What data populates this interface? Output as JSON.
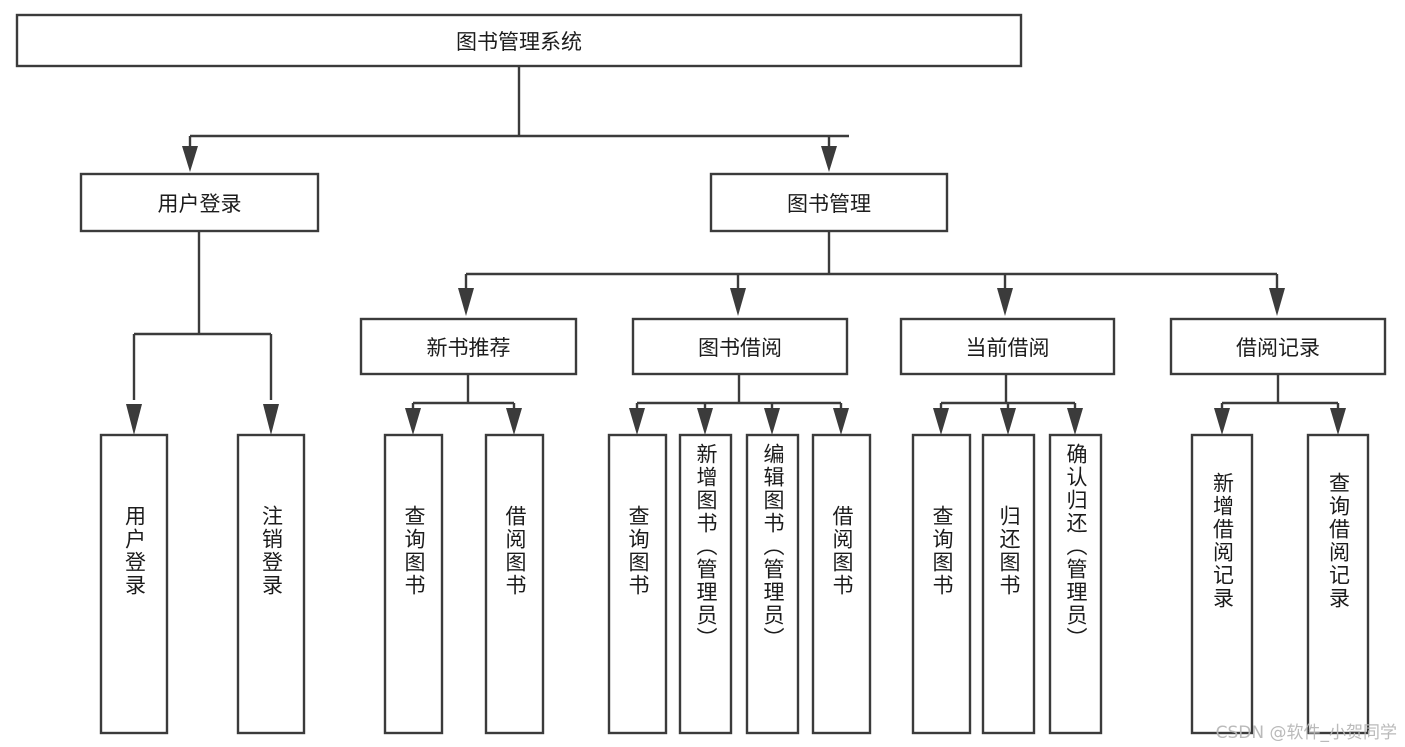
{
  "diagram": {
    "title": "图书管理系统",
    "type": "hierarchy-tree",
    "watermark": "CSDN @软件_小贺同学",
    "colors": {
      "box_stroke": "#3b3b3b",
      "box_fill": "#ffffff",
      "text": "#1c1c1c",
      "connector": "#3b3b3b",
      "background": "#ffffff",
      "watermark": "#b7b7b7"
    },
    "root": {
      "label": "图书管理系统",
      "orientation": "horizontal"
    },
    "level2": [
      {
        "label": "用户登录",
        "orientation": "horizontal"
      },
      {
        "label": "图书管理",
        "orientation": "horizontal"
      }
    ],
    "level3": [
      {
        "label": "新书推荐",
        "orientation": "horizontal"
      },
      {
        "label": "图书借阅",
        "orientation": "horizontal"
      },
      {
        "label": "当前借阅",
        "orientation": "horizontal"
      },
      {
        "label": "借阅记录",
        "orientation": "horizontal"
      }
    ],
    "leaves": {
      "user_login": [
        {
          "label": "用户登录",
          "orientation": "vertical"
        },
        {
          "label": "注销登录",
          "orientation": "vertical"
        }
      ],
      "new_book_recommend": [
        {
          "label": "查询图书",
          "orientation": "vertical"
        },
        {
          "label": "借阅图书",
          "orientation": "vertical"
        }
      ],
      "book_borrow": [
        {
          "label": "查询图书",
          "orientation": "vertical"
        },
        {
          "label": "新增图书（管理员）",
          "orientation": "vertical"
        },
        {
          "label": "编辑图书（管理员）",
          "orientation": "vertical"
        },
        {
          "label": "借阅图书",
          "orientation": "vertical"
        }
      ],
      "current_borrow": [
        {
          "label": "查询图书",
          "orientation": "vertical"
        },
        {
          "label": "归还图书",
          "orientation": "vertical"
        },
        {
          "label": "确认归还（管理员）",
          "orientation": "vertical"
        }
      ],
      "borrow_record": [
        {
          "label": "新增借阅记录",
          "orientation": "vertical"
        },
        {
          "label": "查询借阅记录",
          "orientation": "vertical"
        }
      ]
    }
  }
}
